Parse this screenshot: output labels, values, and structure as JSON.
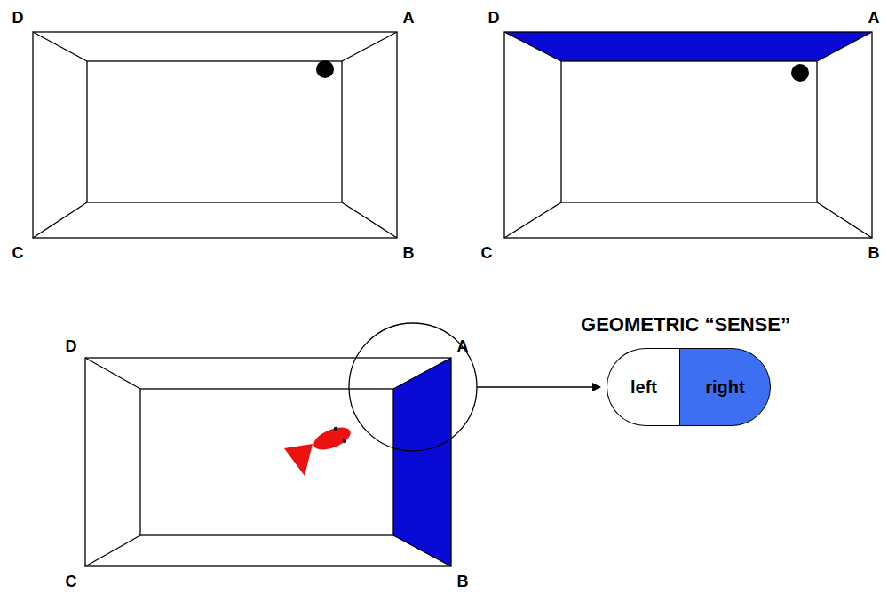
{
  "diagram": {
    "title": "GEOMETRIC “SENSE”",
    "nodes": [
      {
        "text": [
          "left"
        ]
      },
      {
        "text": [
          "right"
        ]
      }
    ],
    "labels": [
      "D",
      "A",
      "D",
      "A",
      "C",
      "B",
      "C",
      "B",
      "D",
      "A",
      "C",
      "B"
    ]
  }
}
